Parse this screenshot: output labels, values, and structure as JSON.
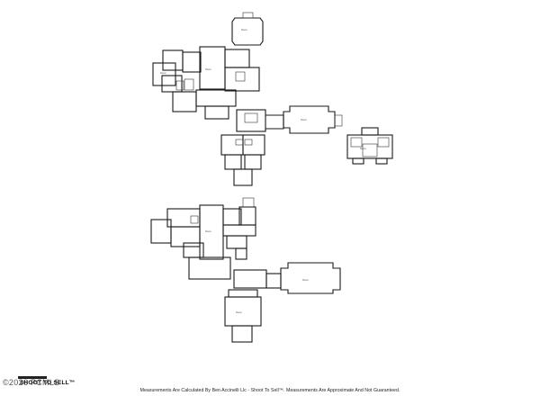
{
  "footer": {
    "measurements_note": "Measurements Are Calculated By Ben Accinelli Llc - Shoot To Sell™. Measurements Are Approximate And Not Guaranteed.",
    "brand_text": "SHOOT TO SELL™",
    "copyright": "©2026 PCMLS"
  },
  "colors": {
    "wall": "#1a1a1a",
    "background": "#ffffff"
  }
}
